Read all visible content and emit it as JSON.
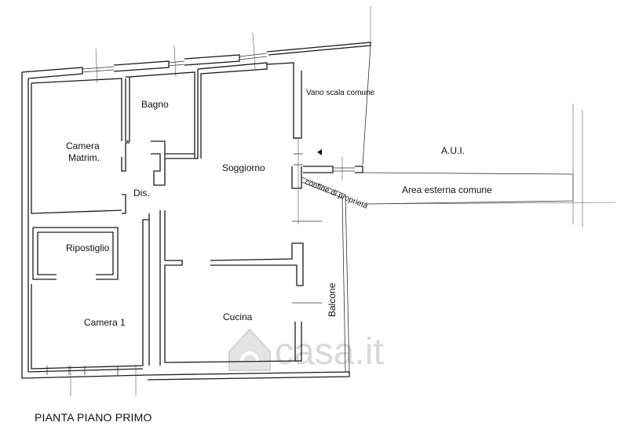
{
  "plan": {
    "title": "PIANTA PIANO PRIMO",
    "rooms": {
      "bagno": "Bagno",
      "camera_matrim_line1": "Camera",
      "camera_matrim_line2": "Matrim.",
      "dis": "Dis.",
      "soggiorno": "Soggiorno",
      "ripostiglio": "Ripostiglio",
      "camera1": "Camera 1",
      "cucina": "Cucina",
      "balcone": "Balcone",
      "vano_scala": "Vano scala comune",
      "aui": "A.U.I.",
      "area_esterna": "Area esterna comune",
      "confine": "confine di proprietà"
    },
    "watermark": "casa.it",
    "colors": {
      "walls": "#1a1a1a",
      "watermark": "#d9d9d9",
      "background": "#ffffff"
    }
  }
}
